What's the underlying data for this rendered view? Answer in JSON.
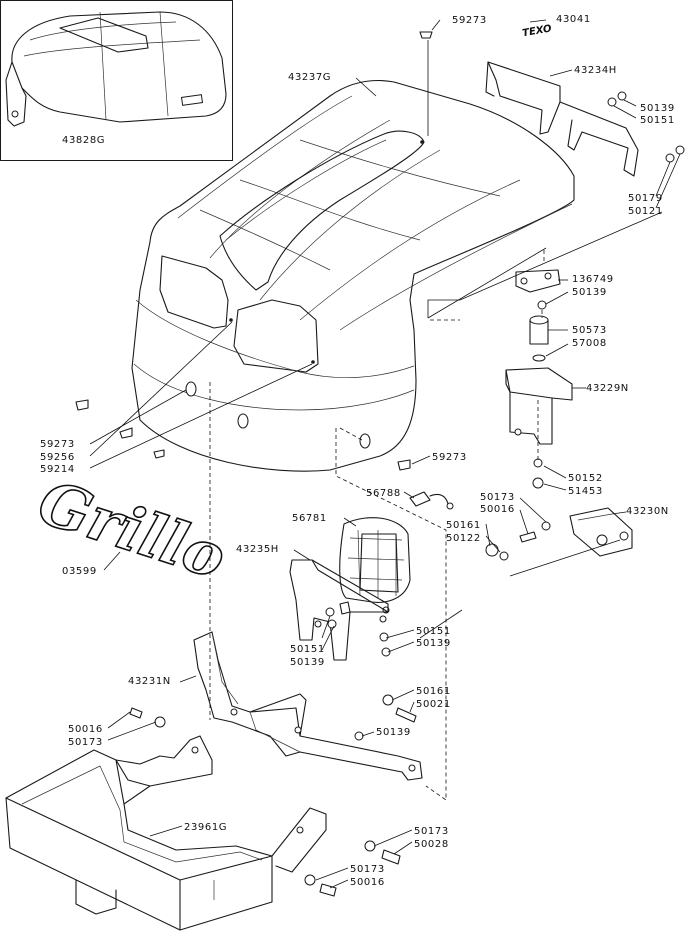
{
  "diagram": {
    "inset_part": "43828G",
    "logo_text": "Grillo",
    "badge_text": "TEXO",
    "labels": {
      "p43041": "43041",
      "p59273_top": "59273",
      "p43237G": "43237G",
      "p43234H": "43234H",
      "p50139_a": "50139",
      "p50151_a": "50151",
      "p50179": "50179",
      "p50121": "50121",
      "p136749": "136749",
      "p50139_b": "50139",
      "p50573": "50573",
      "p57008": "57008",
      "p43229N": "43229N",
      "p50152": "50152",
      "p51453": "51453",
      "p59273_left": "59273",
      "p59256": "59256",
      "p59214": "59214",
      "p59273_mid": "59273",
      "p56788": "56788",
      "p50173_a": "50173",
      "p50016_a": "50016",
      "p43230N": "43230N",
      "p50161_a": "50161",
      "p50122": "50122",
      "p56781": "56781",
      "p03599": "03599",
      "p43235H": "43235H",
      "p50151_b": "50151",
      "p50139_c": "50139",
      "p50151_c": "50151",
      "p50139_d": "50139",
      "p43231N": "43231N",
      "p50161_b": "50161",
      "p50021": "50021",
      "p50139_e": "50139",
      "p50016_b": "50016",
      "p50173_b": "50173",
      "p23961G": "23961G",
      "p50173_c": "50173",
      "p50028": "50028",
      "p50173_d": "50173",
      "p50016_c": "50016"
    }
  }
}
